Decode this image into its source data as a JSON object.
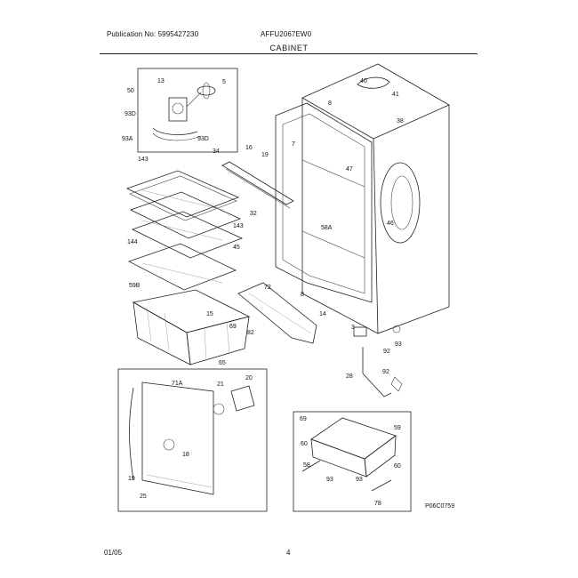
{
  "header": {
    "publication": "Publication No: 5995427230",
    "model": "AFFU2067EW0",
    "section": "CABINET"
  },
  "footer": {
    "date": "01/05",
    "page": "4"
  },
  "diagram": {
    "art_code": "P06C0759",
    "callouts": [
      "13",
      "5",
      "50",
      "93D",
      "93A",
      "93D",
      "16",
      "19",
      "34",
      "143",
      "143",
      "45",
      "144",
      "59B",
      "32",
      "7",
      "47",
      "58A",
      "8",
      "40",
      "41",
      "38",
      "46",
      "72",
      "8",
      "14",
      "3",
      "93",
      "82",
      "15",
      "69",
      "65",
      "20",
      "21",
      "71A",
      "18",
      "19",
      "25",
      "92",
      "92",
      "28",
      "69",
      "60",
      "58",
      "93",
      "93",
      "59",
      "60",
      "78"
    ]
  },
  "colors": {
    "ink": "#222222",
    "paper": "#ffffff"
  }
}
